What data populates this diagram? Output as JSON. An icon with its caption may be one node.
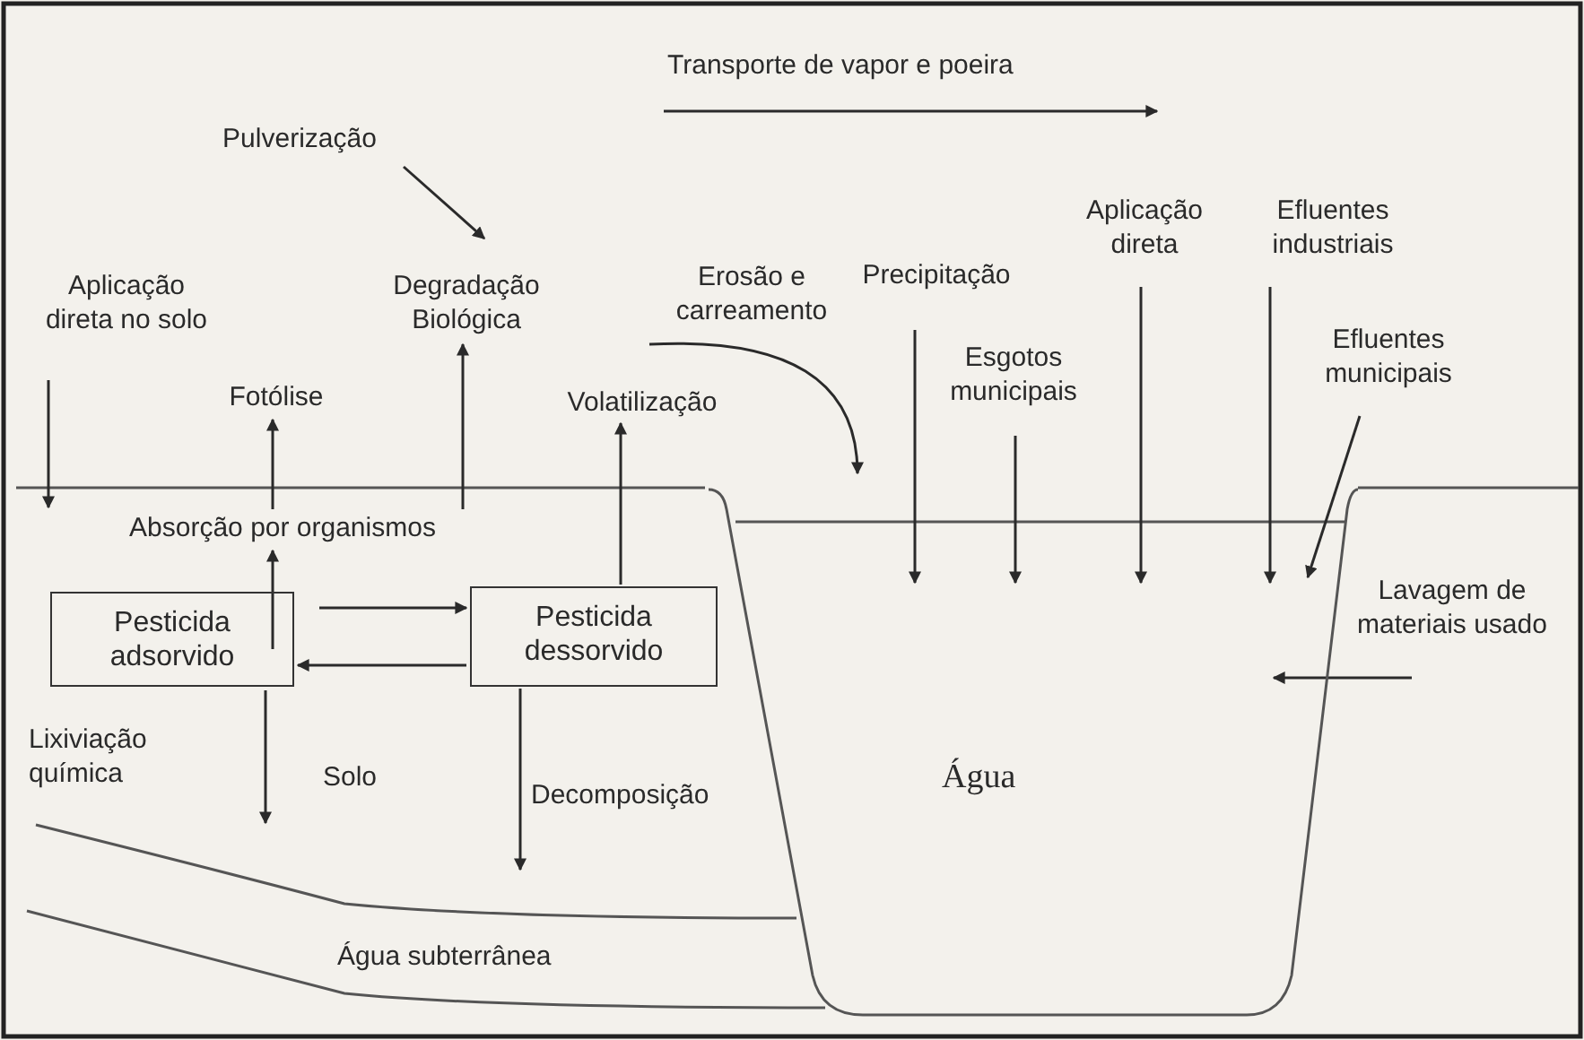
{
  "diagram": {
    "nodes": [
      {
        "text": [
          "Pulverização"
        ]
      },
      {
        "text": [
          "Degradação Biológica"
        ]
      },
      {
        "text": [
          "Aplicação direta no solo"
        ]
      },
      {
        "text": [
          "Fotólise"
        ]
      },
      {
        "text": [
          "Absorção por organismos"
        ]
      },
      {
        "text": [
          "Volatilização"
        ]
      },
      {
        "text": [
          "Pesticida adsorvido"
        ]
      },
      {
        "text": [
          "Pesticida dessorvido"
        ]
      },
      {
        "text": [
          "Erosão e carreamento"
        ]
      },
      {
        "text": [
          "Precipitação"
        ]
      },
      {
        "text": [
          "Esgotos municipais"
        ]
      },
      {
        "text": [
          "Aplicação direta"
        ]
      },
      {
        "text": [
          "Efluentes industriais"
        ]
      },
      {
        "text": [
          "Efluentes municipais"
        ]
      },
      {
        "text": [
          "Lavagem de materiais usado"
        ]
      },
      {
        "text": [
          "Água"
        ]
      },
      {
        "text": [
          "Água subterrânea"
        ]
      }
    ],
    "edges": [
      {
        "from": 0,
        "to": 1,
        "arrow": "to"
      },
      {
        "from": 2,
        "to": 4,
        "arrow": "to"
      },
      {
        "from": 4,
        "to": 3,
        "arrow": "to"
      },
      {
        "from": 4,
        "to": 1,
        "arrow": "to"
      },
      {
        "from": 6,
        "to": 4,
        "arrow": "to"
      },
      {
        "from": 6,
        "to": 7,
        "arrow": "to"
      },
      {
        "from": 7,
        "to": 6,
        "arrow": "to"
      },
      {
        "from": 7,
        "to": 5,
        "arrow": "to"
      },
      {
        "from": 8,
        "to": 15,
        "arrow": "to"
      },
      {
        "from": 9,
        "to": 15,
        "arrow": "to"
      },
      {
        "from": 10,
        "to": 15,
        "arrow": "to"
      },
      {
        "from": 11,
        "to": 15,
        "arrow": "to"
      },
      {
        "from": 12,
        "to": 15,
        "arrow": "to"
      },
      {
        "from": 13,
        "to": 15,
        "arrow": "to"
      },
      {
        "from": 14,
        "to": 15,
        "arrow": "to"
      },
      {
        "from": 6,
        "to": 16,
        "arrow": "to",
        "label": "Lixiviação química"
      },
      {
        "from": 7,
        "to": 16,
        "arrow": "to",
        "label": "Decomposição"
      }
    ],
    "labels": [
      "Transporte de vapor e poeira",
      "Solo"
    ]
  }
}
